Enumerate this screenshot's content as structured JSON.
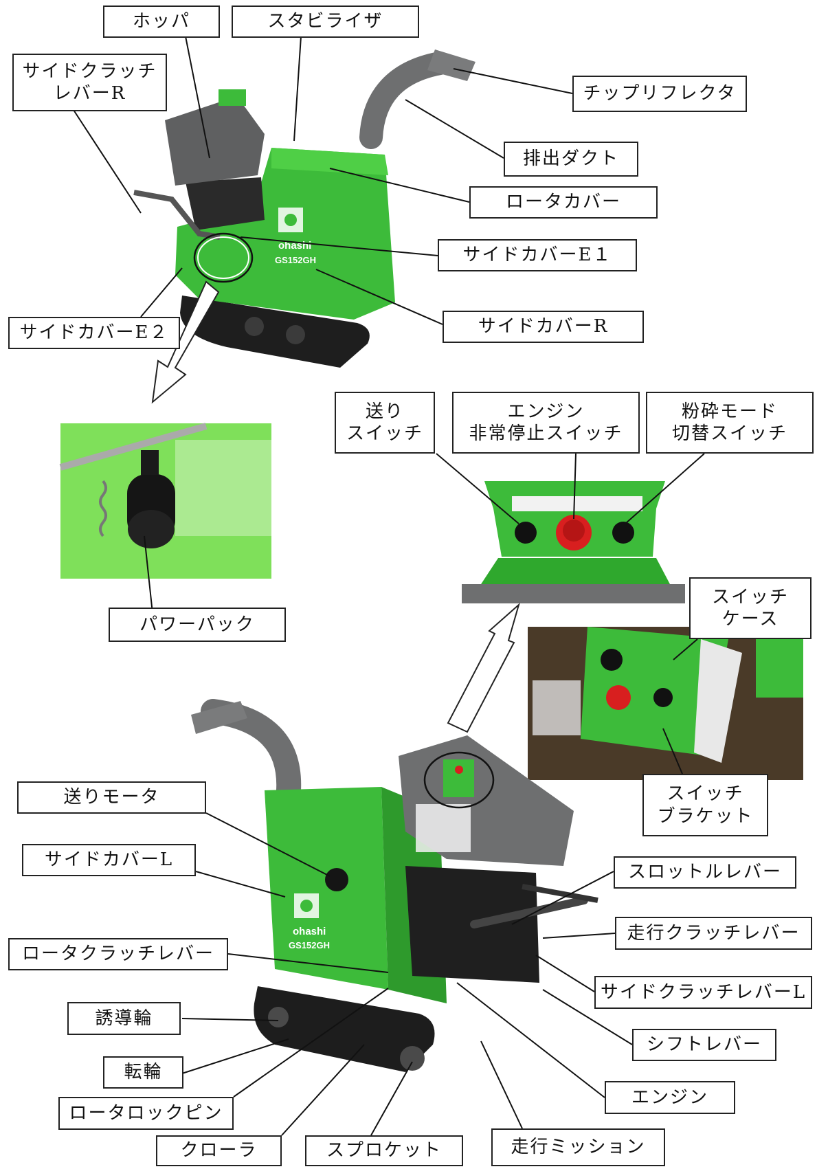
{
  "colors": {
    "body_green": "#3dbb3a",
    "light_green": "#7fe05a",
    "grey": "#6e6f70",
    "dark": "#1c1c1c",
    "red": "#d81f1f"
  },
  "brand": {
    "logo": "ohashi",
    "model": "GS152GH"
  },
  "labels": {
    "hopper": "ホッパ",
    "stabilizer": "スタビライザ",
    "side_clutch_r": "サイドクラッチ\nレバーR",
    "chip_reflector": "チップリフレクタ",
    "discharge_duct": "排出ダクト",
    "rotor_cover": "ロータカバー",
    "side_cover_e1": "サイドカバーE１",
    "side_cover_e2": "サイドカバーE２",
    "side_cover_r": "サイドカバーR",
    "power_pack": "パワーパック",
    "feed_switch": "送り\nスイッチ",
    "engine_estop": "エンジン\n非常停止スイッチ",
    "crush_mode_switch": "粉砕モード\n切替スイッチ",
    "switch_case": "スイッチ\nケース",
    "switch_bracket": "スイッチ\nブラケット",
    "feed_motor": "送りモータ",
    "side_cover_l": "サイドカバーL",
    "throttle_lever": "スロットルレバー",
    "travel_clutch_lever": "走行クラッチレバー",
    "rotor_clutch_lever": "ロータクラッチレバー",
    "side_clutch_l": "サイドクラッチレバーL",
    "idler": "誘導輪",
    "shift_lever": "シフトレバー",
    "roller": "転輪",
    "engine": "エンジン",
    "rotor_lock_pin": "ロータロックピン",
    "crawler": "クローラ",
    "sprocket": "スプロケット",
    "travel_mission": "走行ミッション"
  }
}
